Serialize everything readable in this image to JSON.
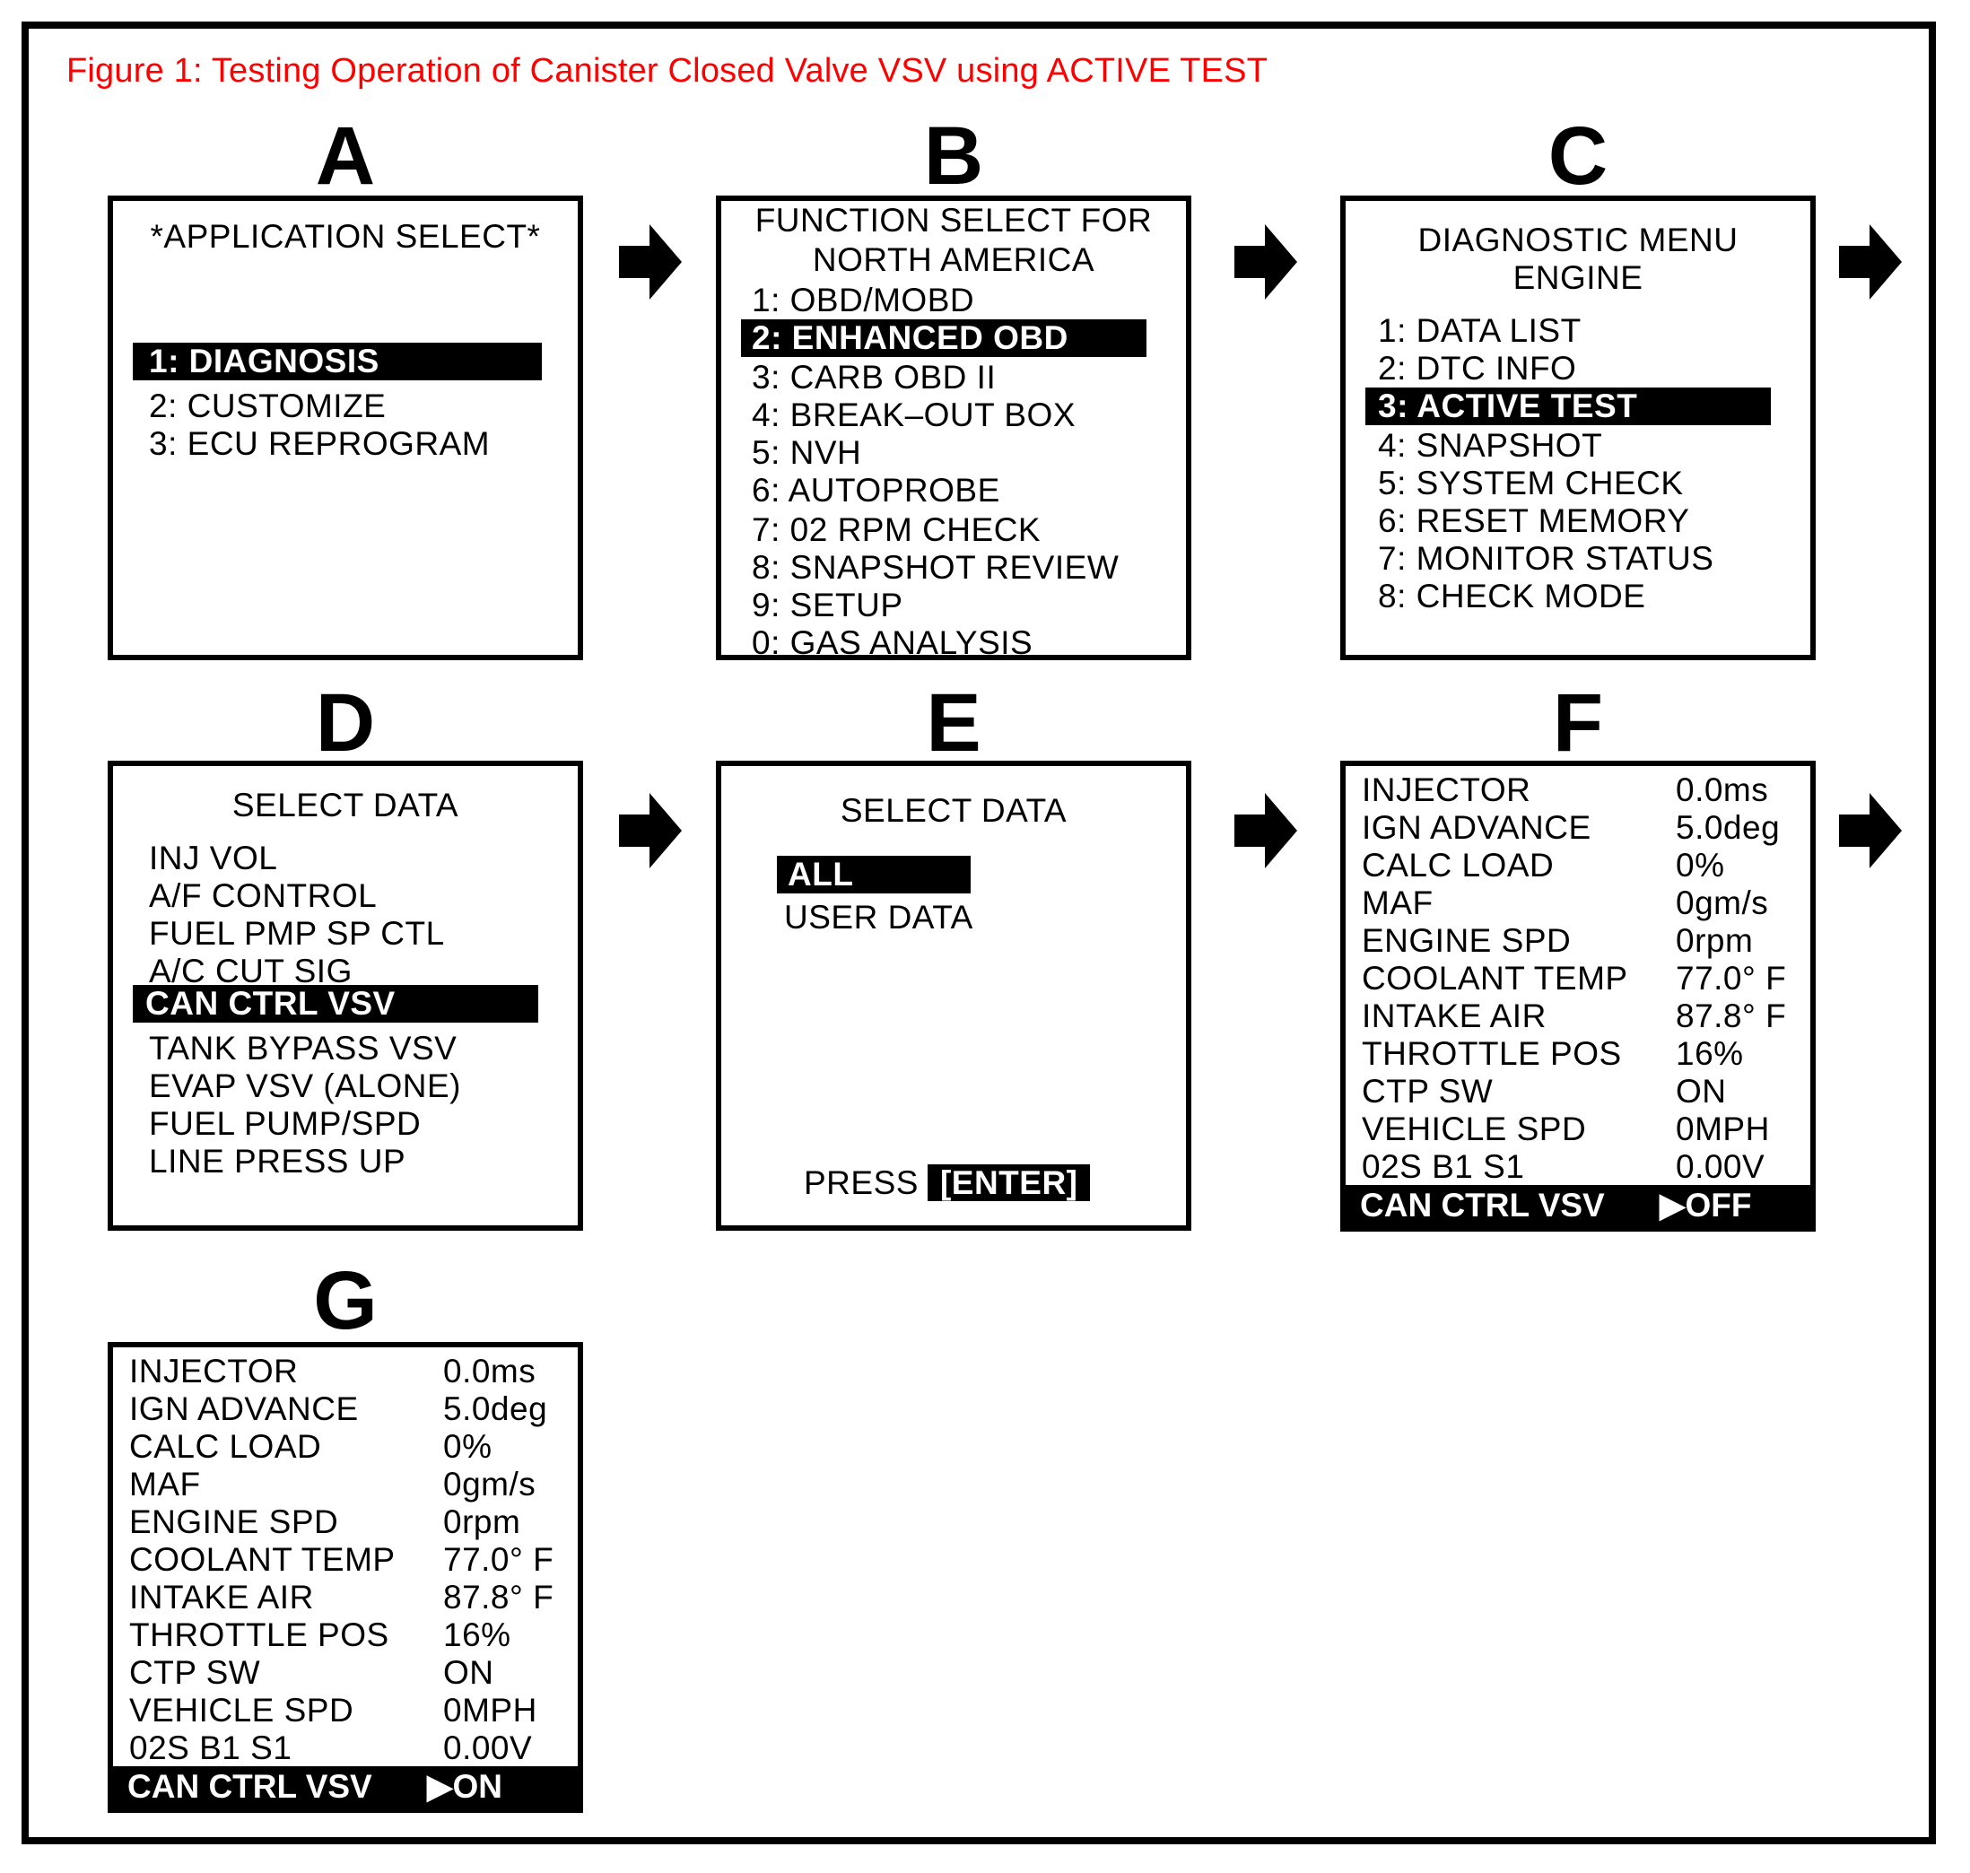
{
  "figure_title": "Figure 1: Testing Operation of Canister Closed Valve VSV using ACTIVE TEST",
  "panels": {
    "A": {
      "letter": "A",
      "header": [
        "*APPLICATION SELECT*"
      ],
      "items": [
        "1: DIAGNOSIS",
        "2:  CUSTOMIZE",
        "3:  ECU REPROGRAM"
      ]
    },
    "B": {
      "letter": "B",
      "header": [
        "FUNCTION SELECT FOR",
        "NORTH AMERICA"
      ],
      "items": [
        "1:  OBD/MOBD",
        "2:  ENHANCED OBD",
        "3:  CARB OBD II",
        "4:  BREAK–OUT BOX",
        "5:  NVH",
        "6:  AUTOPROBE",
        "7:  02 RPM CHECK",
        "8:  SNAPSHOT REVIEW",
        "9:  SETUP",
        "0:  GAS ANALYSIS"
      ]
    },
    "C": {
      "letter": "C",
      "header": [
        "DIAGNOSTIC MENU",
        "ENGINE"
      ],
      "items": [
        "1:  DATA LIST",
        "2:  DTC INFO",
        "3:  ACTIVE TEST",
        "4:  SNAPSHOT",
        "5:  SYSTEM CHECK",
        "6:  RESET MEMORY",
        "7:  MONITOR STATUS",
        "8:  CHECK MODE"
      ]
    },
    "D": {
      "letter": "D",
      "header": [
        "SELECT DATA"
      ],
      "items": [
        "INJ VOL",
        "A/F CONTROL",
        "FUEL PMP SP CTL",
        "A/C CUT SIG",
        "CAN CTRL VSV",
        "TANK BYPASS VSV",
        "EVAP VSV (ALONE)",
        "FUEL PUMP/SPD",
        "LINE PRESS UP"
      ]
    },
    "E": {
      "letter": "E",
      "header": [
        "SELECT DATA"
      ],
      "items": [
        "ALL",
        "USER DATA"
      ],
      "press_label": "PRESS",
      "press_key": "[ENTER]"
    },
    "F": {
      "letter": "F",
      "rows": [
        {
          "label": "INJECTOR",
          "value": "0.0ms"
        },
        {
          "label": "IGN ADVANCE",
          "value": "5.0deg"
        },
        {
          "label": "CALC LOAD",
          "value": "0%"
        },
        {
          "label": "MAF",
          "value": "0gm/s"
        },
        {
          "label": "ENGINE SPD",
          "value": "0rpm"
        },
        {
          "label": "COOLANT TEMP",
          "value": "77.0° F"
        },
        {
          "label": "INTAKE AIR",
          "value": "87.8° F"
        },
        {
          "label": "THROTTLE POS",
          "value": "16%"
        },
        {
          "label": "CTP SW",
          "value": "ON"
        },
        {
          "label": "VEHICLE SPD",
          "value": "0MPH"
        },
        {
          "label": "02S B1 S1",
          "value": "0.00V"
        }
      ],
      "active": {
        "label": "CAN CTRL VSV",
        "value": "▶OFF"
      }
    },
    "G": {
      "letter": "G",
      "rows": [
        {
          "label": "INJECTOR",
          "value": "0.0ms"
        },
        {
          "label": "IGN ADVANCE",
          "value": "5.0deg"
        },
        {
          "label": "CALC LOAD",
          "value": "0%"
        },
        {
          "label": "MAF",
          "value": "0gm/s"
        },
        {
          "label": "ENGINE SPD",
          "value": "0rpm"
        },
        {
          "label": "COOLANT TEMP",
          "value": "77.0° F"
        },
        {
          "label": "INTAKE AIR",
          "value": "87.8° F"
        },
        {
          "label": "THROTTLE POS",
          "value": "16%"
        },
        {
          "label": "CTP SW",
          "value": "ON"
        },
        {
          "label": "VEHICLE SPD",
          "value": "0MPH"
        },
        {
          "label": "02S B1 S1",
          "value": "0.00V"
        }
      ],
      "active": {
        "label": "CAN CTRL VSV",
        "value": "▶ON"
      }
    }
  }
}
